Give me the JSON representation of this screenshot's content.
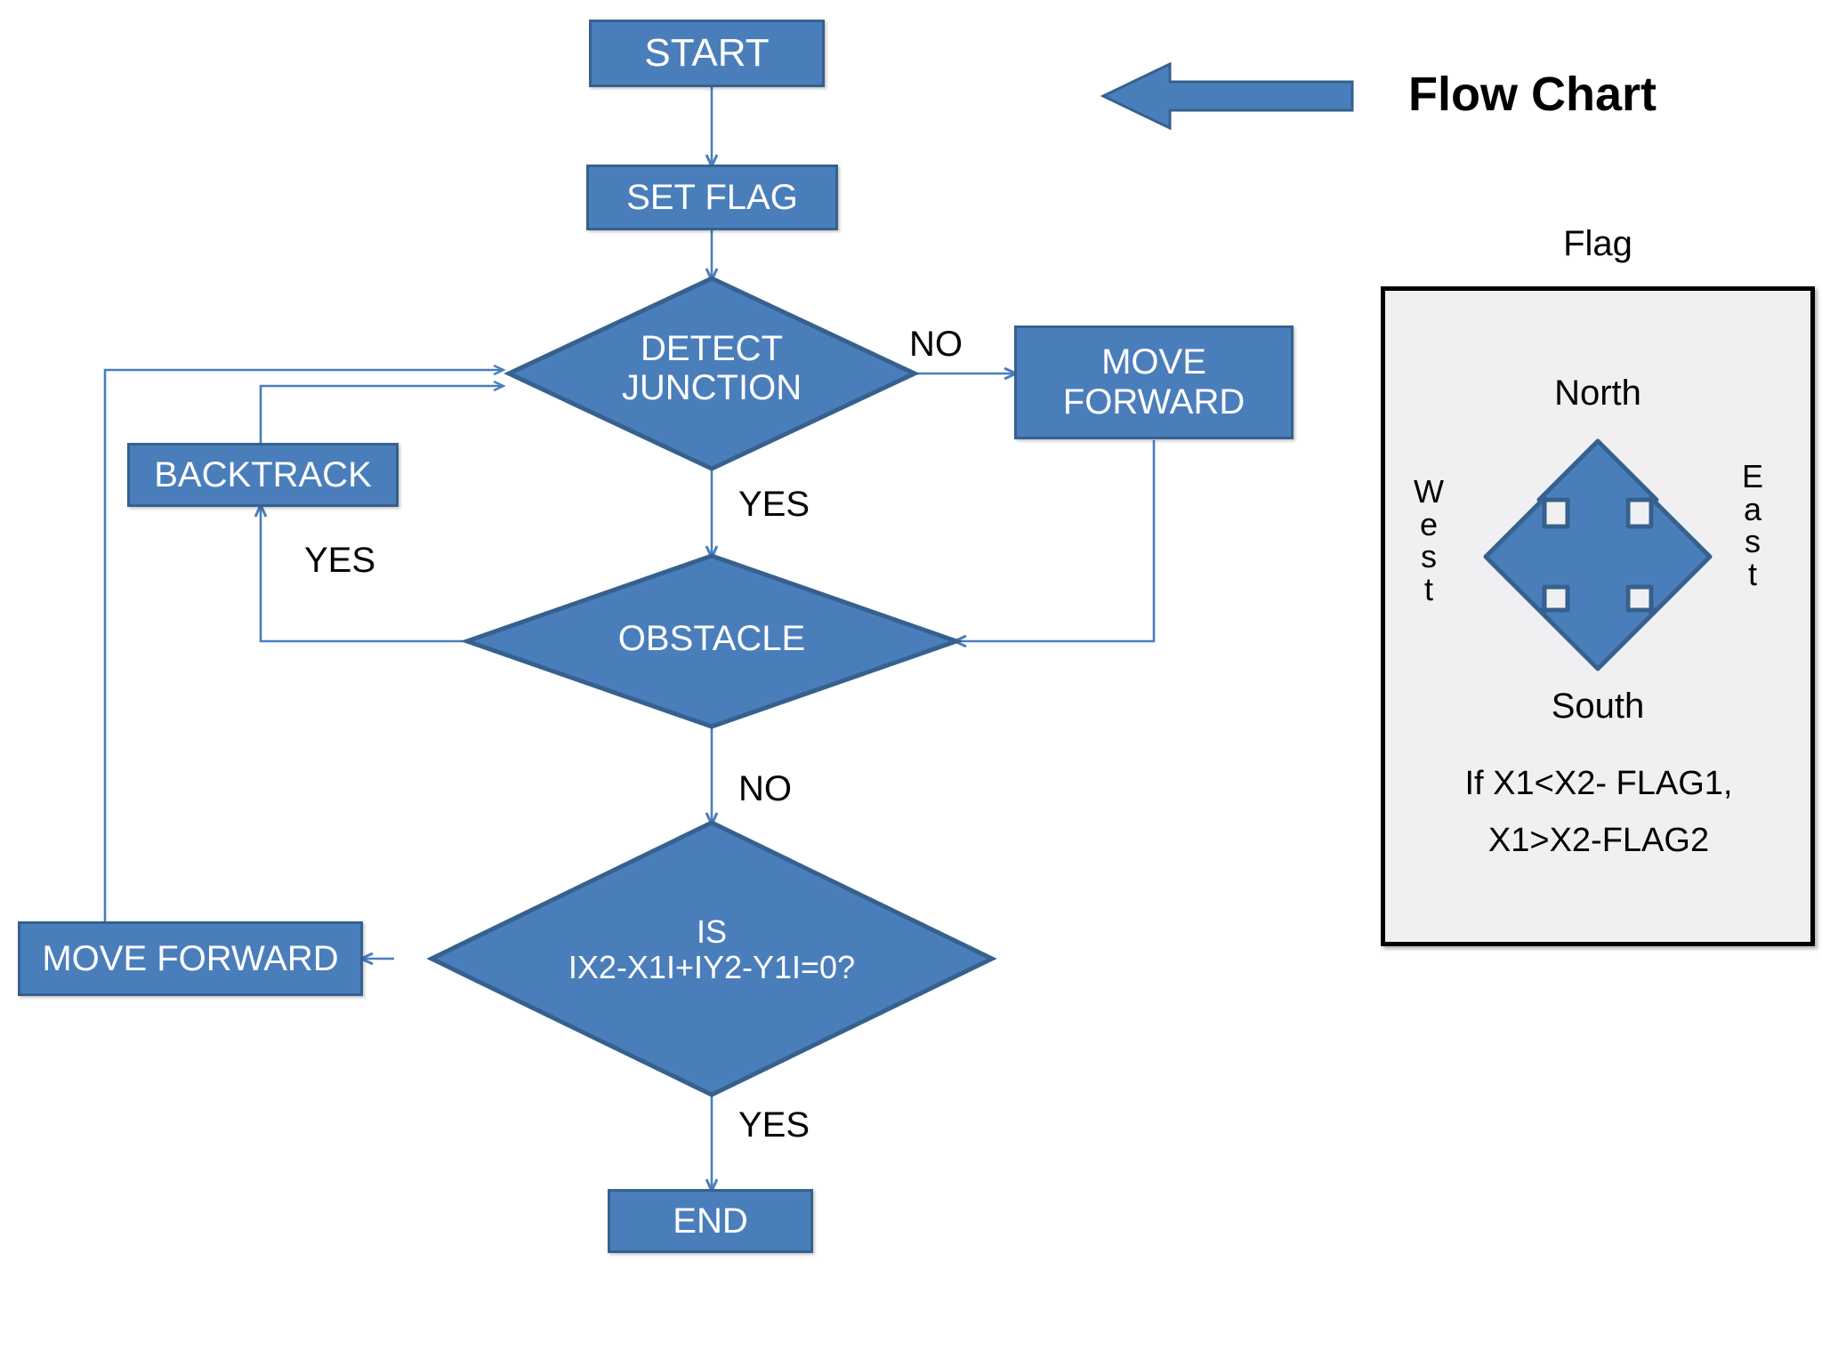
{
  "title": {
    "text": "Flow Chart",
    "arrow_icon": "left-arrow-icon"
  },
  "colors": {
    "shape_fill": "#4a7ebb",
    "shape_stroke": "#36618e",
    "connector": "#4a7ebb",
    "panel_fill": "#f0f0f2",
    "panel_border": "#000000",
    "text_on_shape": "#ffffff",
    "text_on_canvas": "#000000"
  },
  "flowchart": {
    "nodes": [
      {
        "id": "start",
        "label": "START",
        "shape": "process"
      },
      {
        "id": "set_flag",
        "label": "SET FLAG",
        "shape": "process"
      },
      {
        "id": "detect",
        "label": "DETECT\nJUNCTION",
        "shape": "decision"
      },
      {
        "id": "move_fwd_r",
        "label": "MOVE\nFORWARD",
        "shape": "process"
      },
      {
        "id": "backtrack",
        "label": "BACKTRACK",
        "shape": "process"
      },
      {
        "id": "obstacle",
        "label": "OBSTACLE",
        "shape": "decision"
      },
      {
        "id": "is_zero",
        "label": "IS\nIX2-X1I+IY2-Y1I=0?",
        "shape": "decision"
      },
      {
        "id": "move_fwd_l",
        "label": "MOVE FORWARD",
        "shape": "process"
      },
      {
        "id": "end",
        "label": "END",
        "shape": "process"
      }
    ],
    "edge_labels": {
      "detect_no": "NO",
      "detect_yes": "YES",
      "obstacle_yes": "YES",
      "obstacle_no": "NO",
      "is_zero_yes": "YES"
    }
  },
  "flag_panel": {
    "caption": "Flag",
    "compass_icon": "four-way-arrow-icon",
    "north": "North",
    "south": "South",
    "west": "W\ne\ns\nt",
    "east": "E\na\ns\nt",
    "condition_line1": "If  X1<X2- FLAG1,",
    "condition_line2": "X1>X2-FLAG2"
  }
}
